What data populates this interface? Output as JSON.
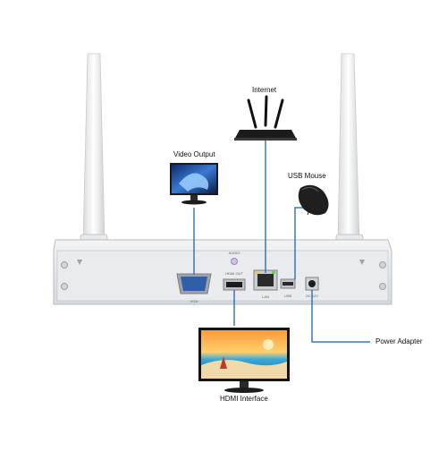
{
  "labels": {
    "internet": "Internet",
    "video_output": "Video Output",
    "usb_mouse": "USB Mouse",
    "power_adapter": "Power Adapter",
    "hdmi_interface": "HDMI Interface"
  },
  "ports": {
    "vga": "VGA",
    "hdmi": "HDMI OUT",
    "lan": "LAN",
    "usb": "USB",
    "dc": "DC 12V",
    "audio": "AUDIO"
  },
  "colors": {
    "connector_line": "#3b78b4",
    "device_body": "#e4e6ea",
    "vga_port": "#2f5fa8"
  }
}
